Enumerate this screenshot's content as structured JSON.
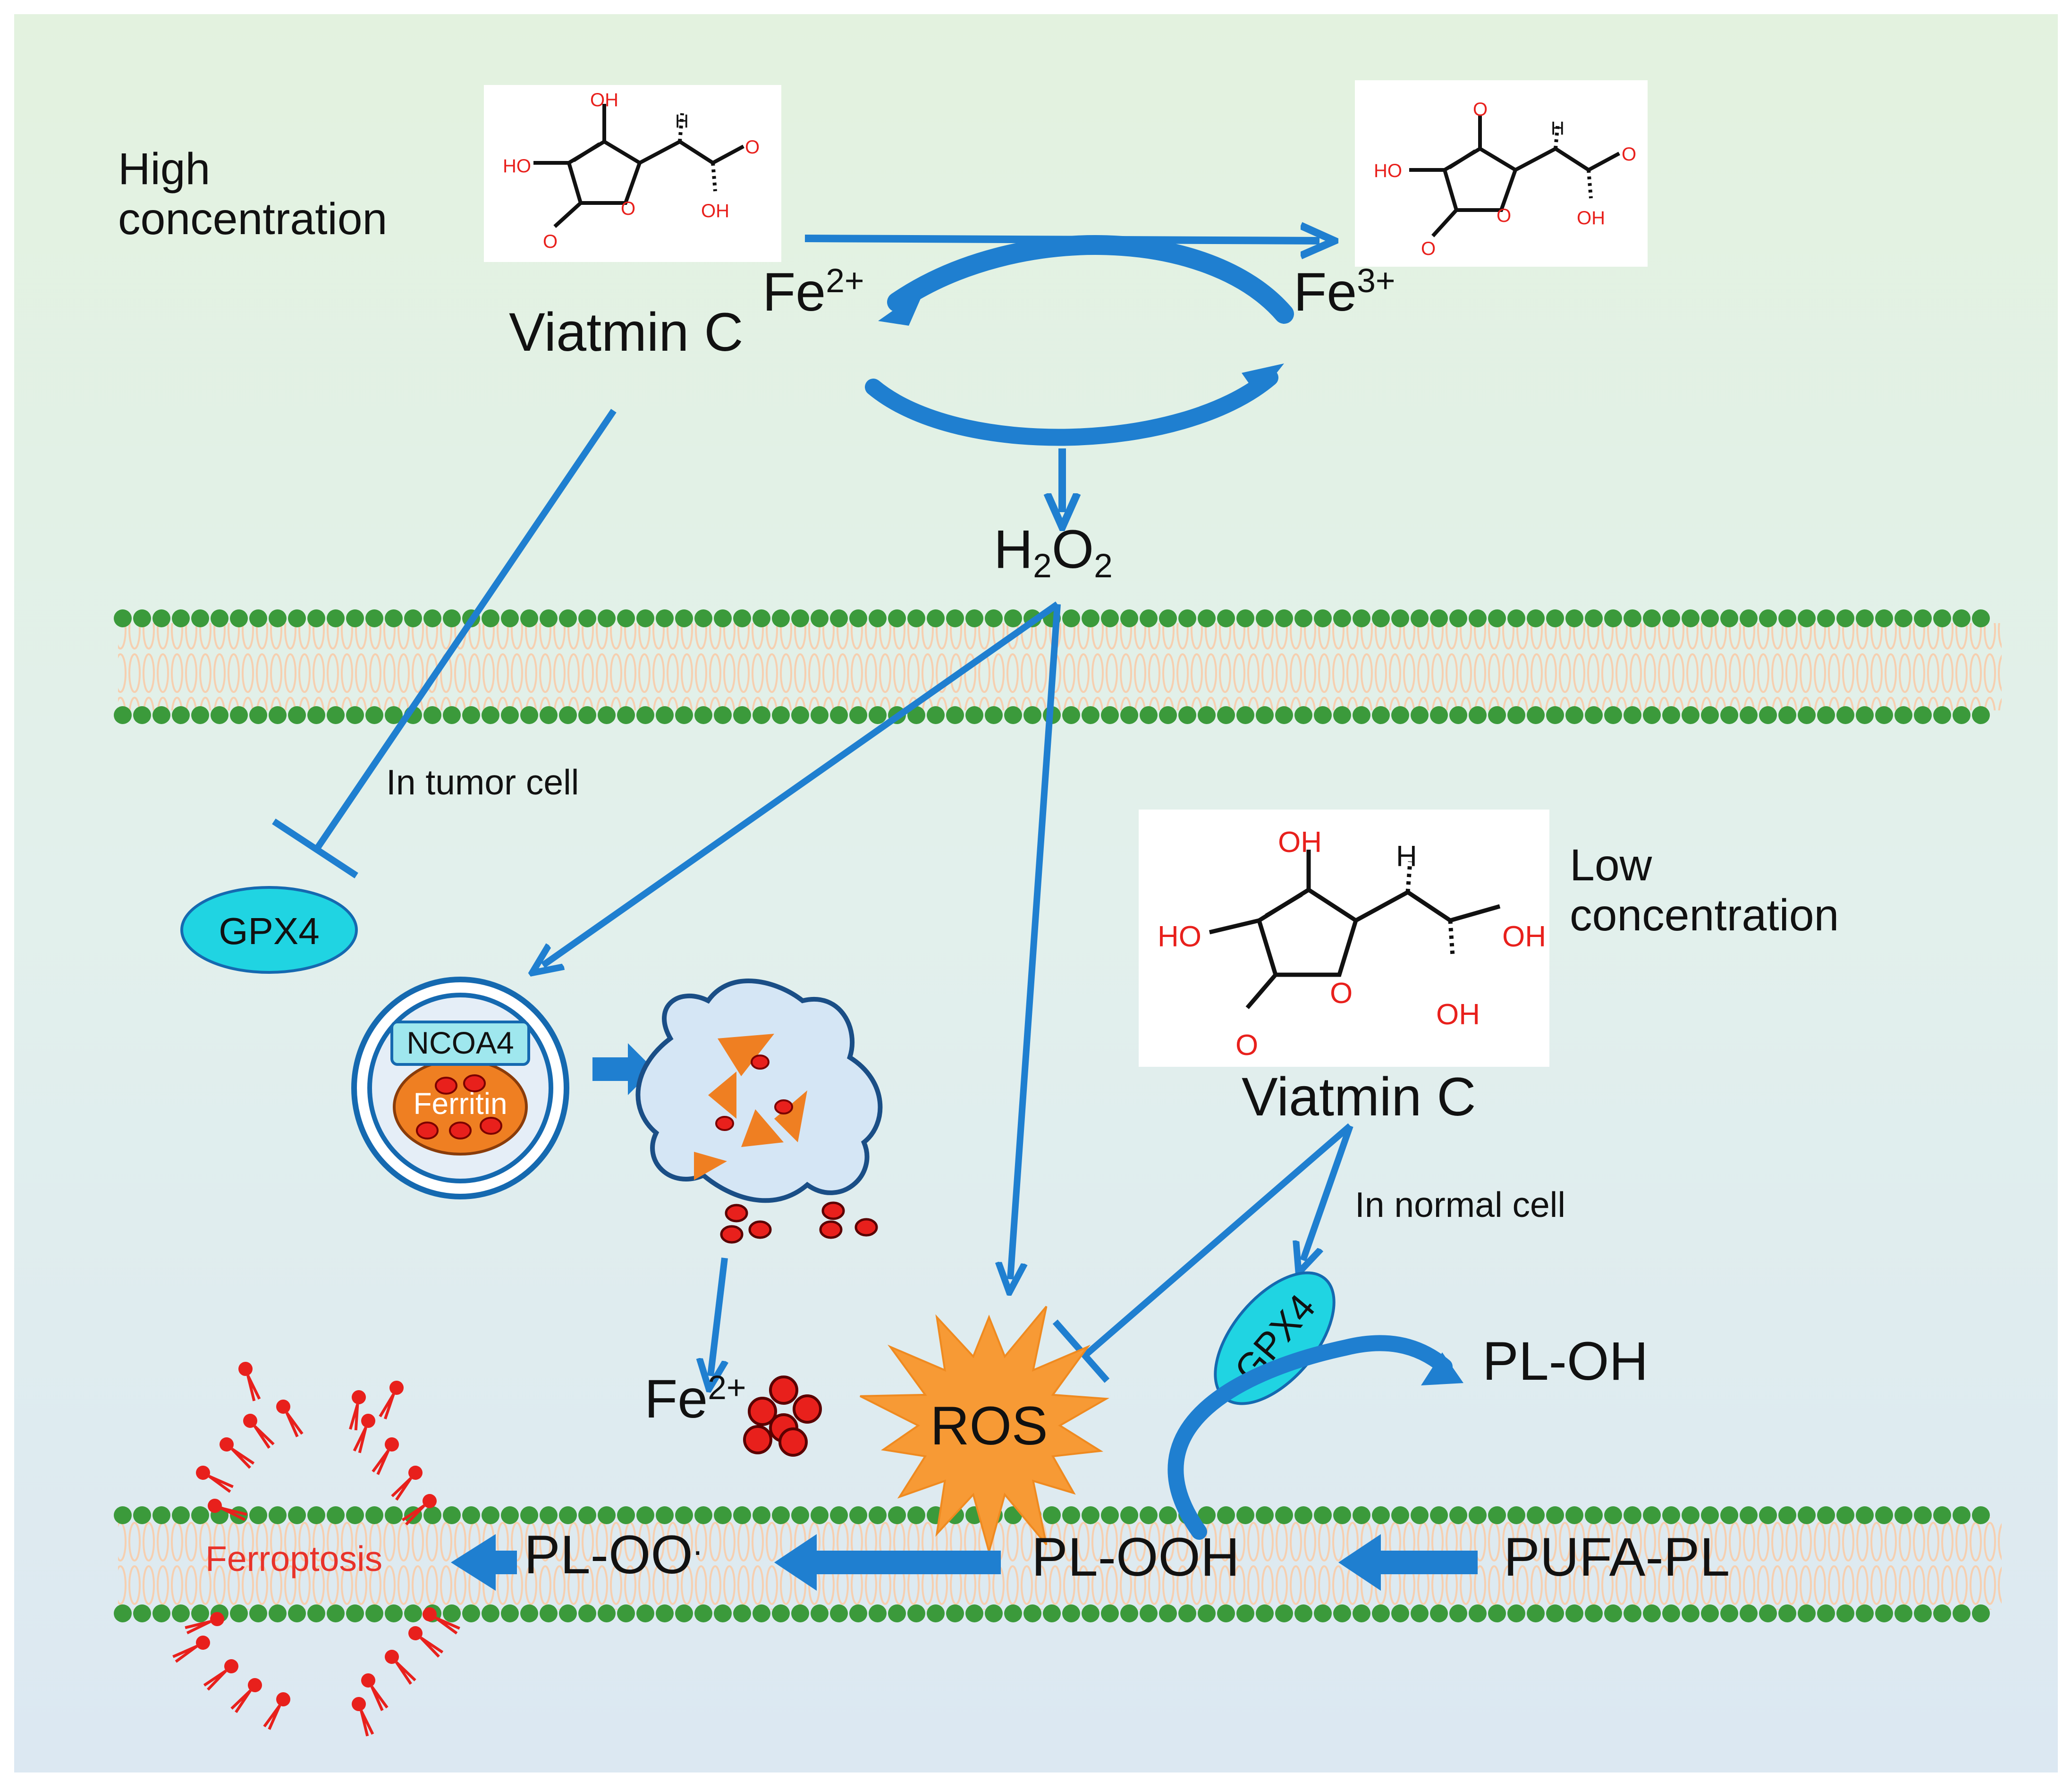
{
  "high_conc": {
    "line1": "High",
    "line2": "concentration"
  },
  "low_conc": {
    "line1": "Low",
    "line2": "concentration"
  },
  "vitc_top": "Viatmin C",
  "vitc_right": "Viatmin C",
  "fe2_top": {
    "base": "Fe",
    "sup": "2+"
  },
  "fe3": {
    "base": "Fe",
    "sup": "3+"
  },
  "h2o2": {
    "a": "H",
    "b": "2",
    "c": "O",
    "d": "2"
  },
  "tumor_cell": "In tumor cell",
  "normal_cell": "In normal cell",
  "gpx4_left": "GPX4",
  "gpx4_right": "GPX4",
  "ncoa4": "NCOA4",
  "ferritin": "Ferritin",
  "fe2_bottom": {
    "base": "Fe",
    "sup": "2+"
  },
  "ros": "ROS",
  "pl_oh": "PL-OH",
  "pl_oo": "PL-OO",
  "pl_oo_dot": ".",
  "pl_ooh": "PL-OOH",
  "pufa_pl": "PUFA-PL",
  "ferroptosis": "Ferroptosis",
  "molecule_labels": {
    "oh": "OH",
    "ho": "HO",
    "h": "H",
    "o": "O"
  },
  "colors": {
    "arrow": "#1f7fd0",
    "membrane_head": "#3b9a3b",
    "membrane_tail": "#f7d2b4",
    "gpx4_fill": "#20d4e2",
    "ros_fill": "#f79a35",
    "ferritin_fill": "#ef7f22",
    "iron_dot": "#e8201c",
    "ferroptosis_text": "#e8322a"
  }
}
